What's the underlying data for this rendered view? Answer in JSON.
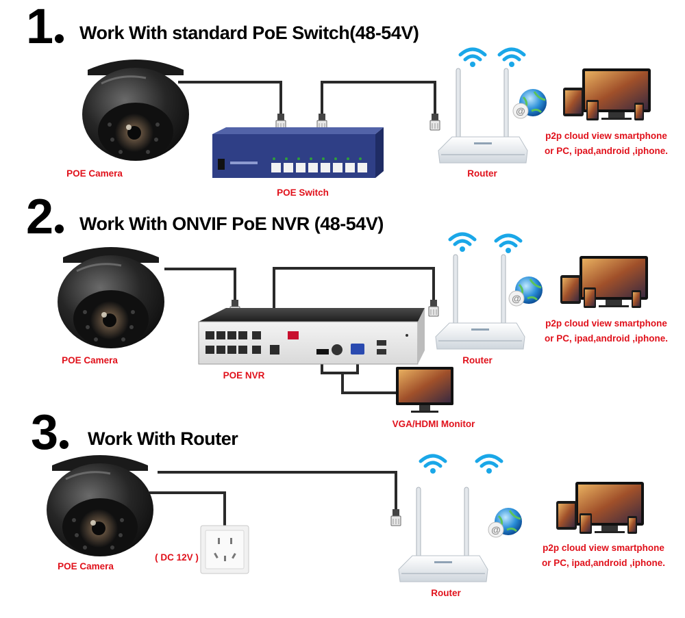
{
  "sections": [
    {
      "number": "1",
      "title": "Work With standard PoE Switch(48-54V)",
      "labels": {
        "camera": "POE Camera",
        "device": "POE Switch",
        "router": "Router",
        "p2p_line1": "p2p cloud view smartphone",
        "p2p_line2": "or PC, ipad,android ,iphone."
      }
    },
    {
      "number": "2",
      "title": "Work With ONVIF PoE NVR (48-54V)",
      "labels": {
        "camera": "POE Camera",
        "device": "POE NVR",
        "router": "Router",
        "monitor": "VGA/HDMI Monitor",
        "p2p_line1": "p2p cloud view smartphone",
        "p2p_line2": "or PC, ipad,android ,iphone."
      }
    },
    {
      "number": "3",
      "title": "Work With Router",
      "labels": {
        "camera": "POE Camera",
        "power": "( DC 12V )",
        "router": "Router",
        "p2p_line1": "p2p cloud view smartphone",
        "p2p_line2": "or PC, ipad,android ,iphone."
      }
    }
  ],
  "colors": {
    "label_red": "#e0101a",
    "cable": "#2a2a2a",
    "wifi": "#1aa7e8",
    "switch_blue": "#2f3f86"
  },
  "icons": [
    "dome-camera-icon",
    "poe-switch-icon",
    "router-icon",
    "wifi-icon",
    "cloud-globe-icon",
    "devices-icon",
    "nvr-icon",
    "monitor-icon",
    "wall-socket-icon",
    "rj45-connector-icon"
  ]
}
